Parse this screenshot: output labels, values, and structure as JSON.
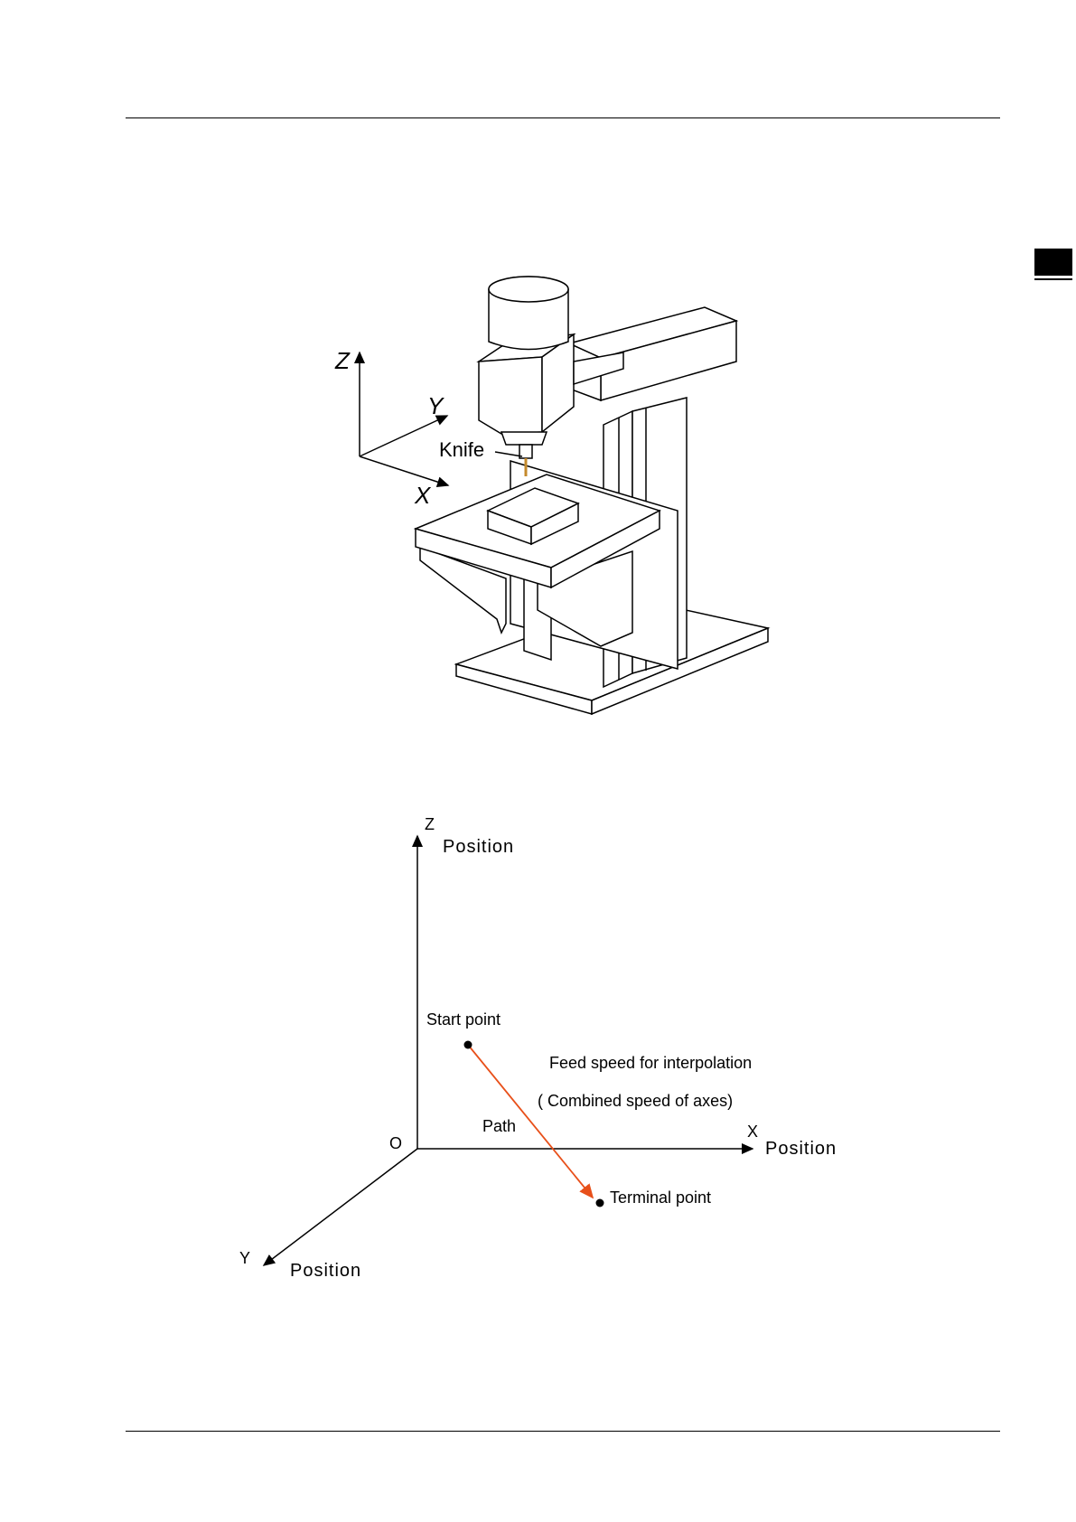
{
  "machine_figure": {
    "axis_z": "Z",
    "axis_y": "Y",
    "axis_x": "X",
    "knife_label": "Knife"
  },
  "path_figure": {
    "z_axis": "Z",
    "z_position": "Position",
    "x_axis": "X",
    "x_position": "Position",
    "y_axis": "Y",
    "y_position": "Position",
    "origin": "O",
    "start_point": "Start point",
    "terminal_point": "Terminal point",
    "path_label": "Path",
    "feed_speed_line1": "Feed speed for interpolation",
    "feed_speed_line2": "( Combined speed of axes)",
    "path_color": "#e8501a"
  }
}
